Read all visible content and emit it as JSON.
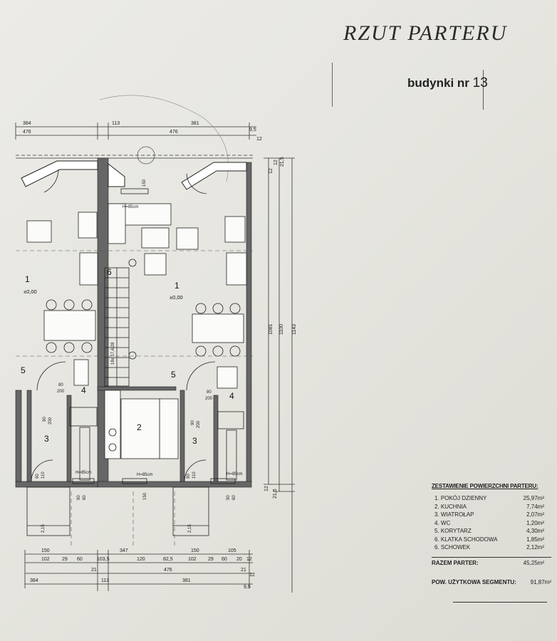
{
  "header": {
    "title": "RZUT PARTERU",
    "subtitle": "budynki nr",
    "building_no": "13"
  },
  "dims_top": {
    "row1": [
      "384",
      "113",
      "381"
    ],
    "row2": [
      "476",
      "476"
    ],
    "right_small": [
      "9,5",
      "12"
    ]
  },
  "dims_right": [
    "1081",
    "1100",
    "1143",
    "12",
    "12",
    "21,5",
    "21,5",
    "12"
  ],
  "rooms": {
    "r1_left": "1",
    "r1_left_lvl": "±0,00",
    "r1_main": "1",
    "r1_main_lvl": "±0,00",
    "r2": "2",
    "r3_left": "3",
    "r3_right": "3",
    "r4_left": "4",
    "r4_right": "4",
    "r5_left": "5",
    "r5_main": "5",
    "r6": "6"
  },
  "plan_labels": {
    "window_top": "H=85cm",
    "window_top_dim": "150",
    "stairs": "18x 17,4/28",
    "door_80": "80",
    "door_200": "200",
    "door_90": "90",
    "door_110": "110",
    "window_bottom": "H=85cm",
    "window_bottom_dim": "150",
    "window_bottom_wc": "H=85cm",
    "w_90": "90",
    "w_60": "60",
    "w_150": "150",
    "stair_dim": "2,15"
  },
  "dims_bottom": {
    "row1": [
      "150",
      "347",
      "150",
      "105"
    ],
    "row2": [
      "102",
      "29",
      "60",
      "103,5",
      "120",
      "82,5",
      "102",
      "29",
      "60",
      "20",
      "12"
    ],
    "row3": [
      "21",
      "476",
      "21",
      "12"
    ],
    "row4": [
      "384",
      "113",
      "381",
      "9,5"
    ]
  },
  "legend": {
    "heading": "ZESTAWIENIE POWIERZCHNI PARTERU:",
    "items": [
      {
        "label": "1. POKÓJ DZIENNY",
        "value": "25,97m²"
      },
      {
        "label": "2. KUCHNIA",
        "value": "7,74m²"
      },
      {
        "label": "3. WIATROŁAP",
        "value": "2,07m²"
      },
      {
        "label": "4. WC",
        "value": "1,20m²"
      },
      {
        "label": "5. KORYTARZ",
        "value": "4,30m²"
      },
      {
        "label": "6. KLATKA SCHODOWA",
        "value": "1,85m²"
      },
      {
        "label": "6. SCHOWEK",
        "value": "2,12m²"
      }
    ],
    "total_label": "RAZEM PARTER:",
    "total_value": "45,25m²",
    "usable_label": "POW. UŻYTKOWA SEGMENTU:",
    "usable_value": "91,87m²"
  }
}
